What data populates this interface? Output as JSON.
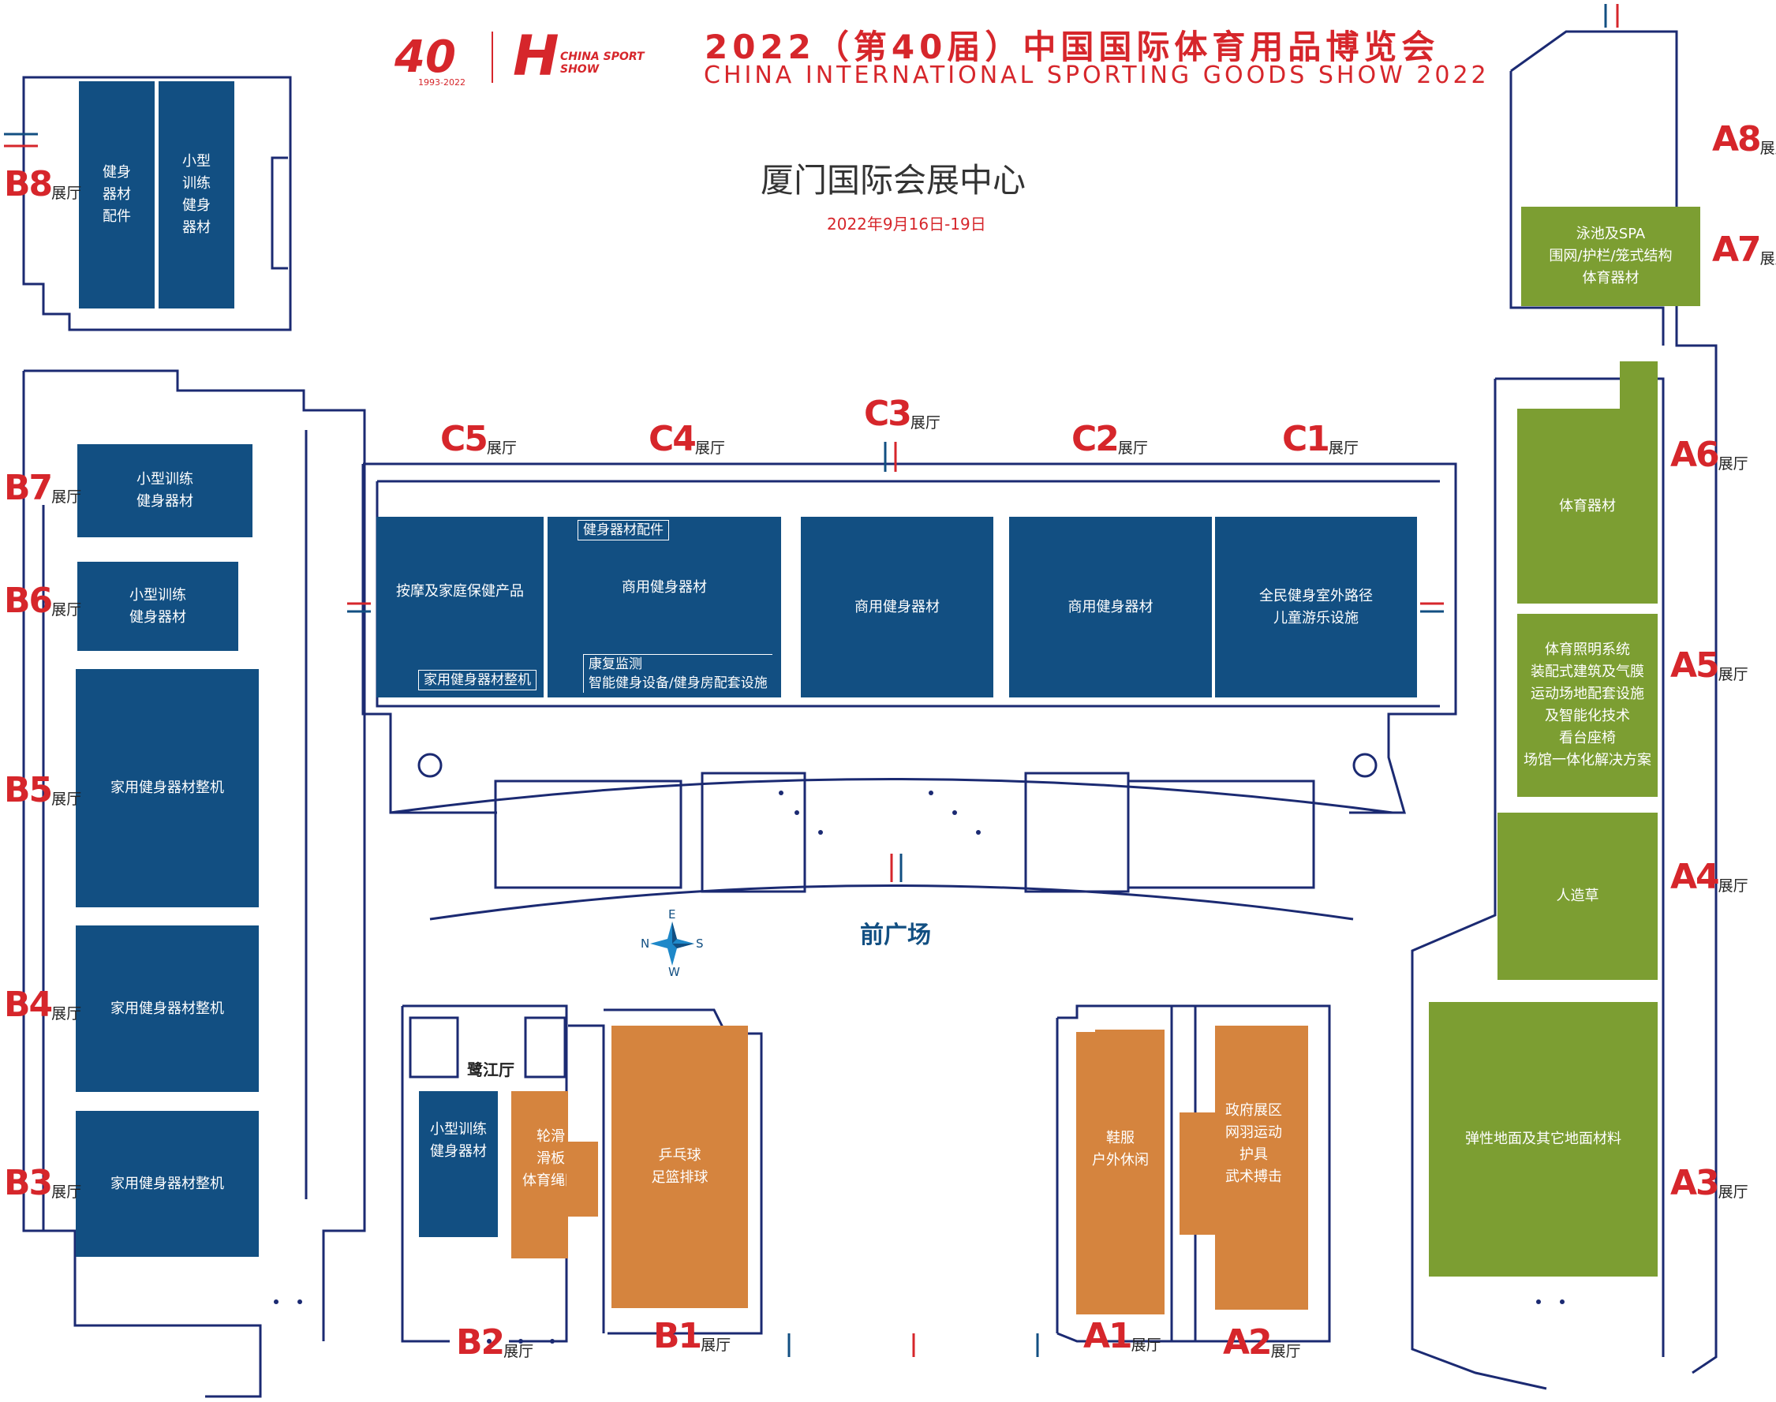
{
  "header": {
    "anniversary_years": "1993-2022",
    "logo_text": "CHINA SPORT SHOW",
    "title_cn": "2022（第40届）中国国际体育用品博览会",
    "title_en": "CHINA INTERNATIONAL SPORTING GOODS SHOW 2022",
    "venue": "厦门国际会展中心",
    "dates": "2022年9月16日-19日"
  },
  "plaza_label": "前广场",
  "lujiang_label": "鹭江厅",
  "hall_suffix": "展厅",
  "compass": {
    "n": "N",
    "s": "S",
    "e": "E",
    "w": "W"
  },
  "colors": {
    "blue": "#124f82",
    "green": "#7c9e32",
    "orange": "#d5843e",
    "red": "#d6262b",
    "wall": "#1b2a72"
  },
  "hall_labels": {
    "B8": "B8",
    "B7": "B7",
    "B6": "B6",
    "B5": "B5",
    "B4": "B4",
    "B3": "B3",
    "B2": "B2",
    "B1": "B1",
    "C5": "C5",
    "C4": "C4",
    "C3": "C3",
    "C2": "C2",
    "C1": "C1",
    "A1": "A1",
    "A2": "A2",
    "A3": "A3",
    "A4": "A4",
    "A5": "A5",
    "A6": "A6",
    "A7": "A7",
    "A8": "A8"
  },
  "zones": {
    "b8_left": "健身\n器材\n配件",
    "b8_right": "小型\n训练\n健身\n器材",
    "b7": "小型训练\n健身器材",
    "b6": "小型训练\n健身器材",
    "b5": "家用健身器材整机",
    "b4": "家用健身器材整机",
    "b3": "家用健身器材整机",
    "c5": "按摩及家庭保健产品",
    "c5_sub": "家用健身器材整机",
    "c4": "商用健身器材",
    "c4_sub_top": "健身器材配件",
    "c4_sub_bottom": "康复监测\n智能健身设备/健身房配套设施",
    "c3": "商用健身器材",
    "c2": "商用健身器材",
    "c1": "全民健身室外路径\n儿童游乐设施",
    "a7": "泳池及SPA\n围网/护栏/笼式结构\n体育器材",
    "a6": "体育器材",
    "a5": "体育照明系统\n装配式建筑及气膜\n运动场地配套设施\n及智能化技术\n看台座椅\n场馆一体化解决方案",
    "a4": "人造草",
    "a3": "弹性地面及其它地面材料",
    "b2_blue": "小型训练\n健身器材",
    "b2_orange": "轮滑\n滑板\n体育绳网",
    "b1": "乒乓球\n足篮排球",
    "a1": "鞋服\n户外休闲",
    "a2": "政府展区\n网羽运动\n护具\n武术搏击"
  }
}
